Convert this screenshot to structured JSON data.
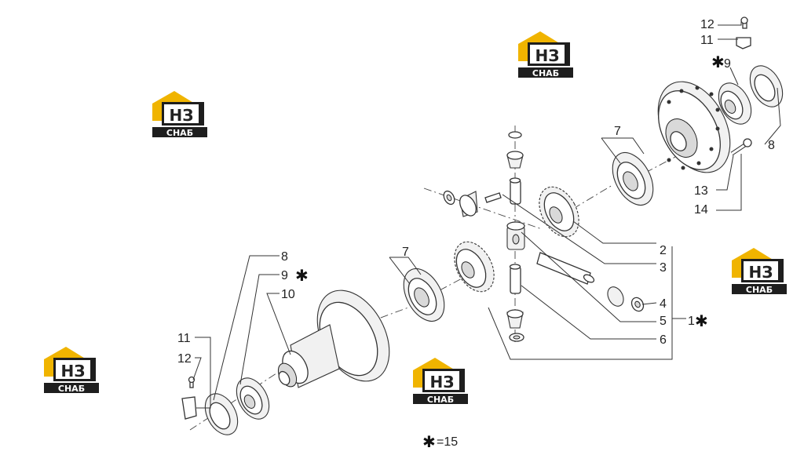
{
  "watermark": {
    "mark": "НЗ",
    "caption": "СНАБ",
    "colors": {
      "roof": "#f0b400",
      "dark": "#1e1e1e",
      "light": "#ffffff"
    }
  },
  "callouts": {
    "c1": "1",
    "c2": "2",
    "c3": "3",
    "c4": "4",
    "c5": "5",
    "c6": "6",
    "c7_upper": "7",
    "c7_lower": "7",
    "c8_right": "8",
    "c8_left": "8",
    "c9_right": "9",
    "c9_left": "9",
    "c10": "10",
    "c11_top": "11",
    "c11_left": "11",
    "c12_top": "12",
    "c12_left": "12",
    "c13": "13",
    "c14": "14"
  },
  "note": {
    "symbol": "✱",
    "text": "=15"
  },
  "star_symbol": "✱"
}
